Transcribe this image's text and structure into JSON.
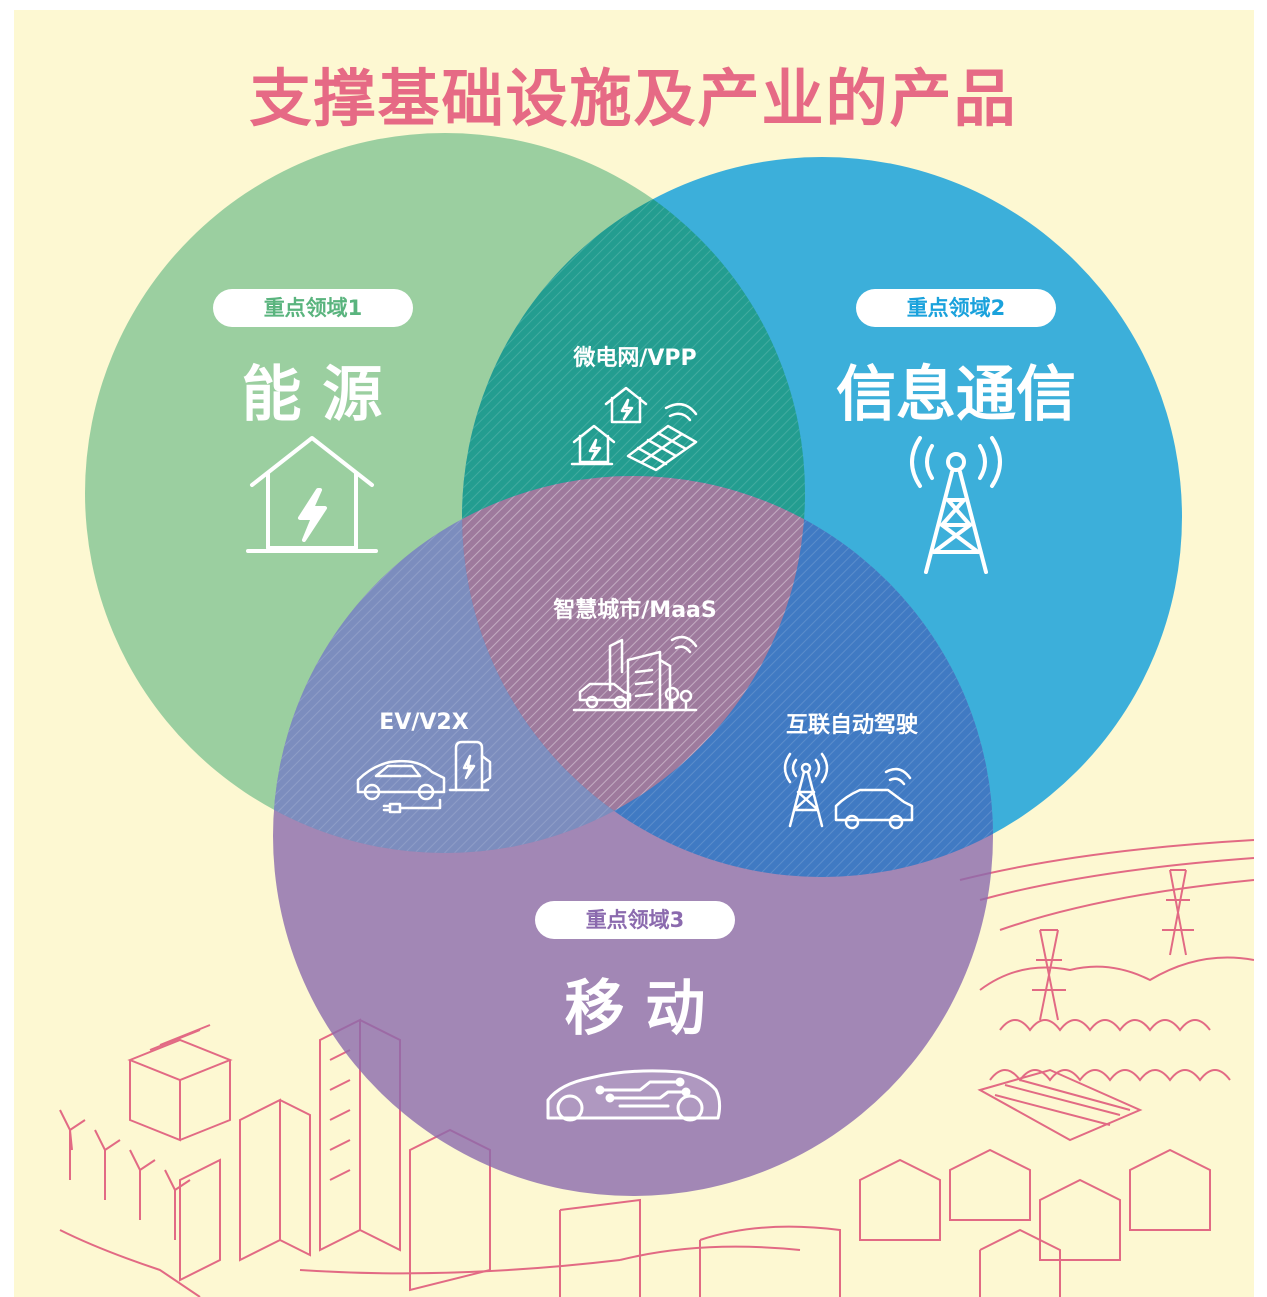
{
  "title": "支撑基础设施及产业的产品",
  "areas": {
    "energy": {
      "tag": "重点领域1",
      "name": "能 源",
      "color": "#5ab47e"
    },
    "ict": {
      "tag": "重点领域2",
      "name": "信息通信",
      "color": "#1aa2dc"
    },
    "mobility": {
      "tag": "重点领域3",
      "name": "移 动",
      "color": "#8b6aae"
    }
  },
  "overlaps": {
    "energy_ict": "微电网/VPP",
    "energy_mobility": "EV/V2X",
    "ict_mobility": "互联自动驾驶",
    "all": "智慧城市/MaaS"
  },
  "colors": {
    "title": "#e66a85",
    "background": "#fdf8d2",
    "city_lines": "#e26a84"
  },
  "icons": [
    "house-bolt-icon",
    "radio-tower-icon",
    "car-circuit-icon",
    "microgrid-icon",
    "ev-charging-icon",
    "smart-city-icon",
    "connected-car-icon"
  ]
}
